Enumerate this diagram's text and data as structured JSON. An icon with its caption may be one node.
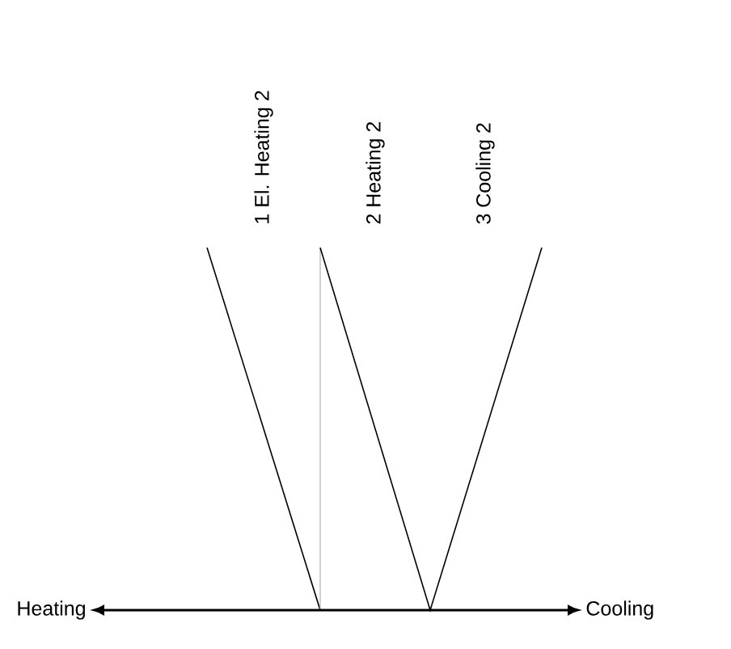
{
  "diagram": {
    "nodes": [
      {
        "text": [
          "Heating"
        ]
      },
      {
        "text": [
          "Cooling"
        ]
      }
    ],
    "edges": [
      {
        "from": 0,
        "to": 1,
        "arrow": "both"
      }
    ],
    "labels": [
      "1 El. Heating 2",
      "2 Heating 2",
      "3 Cooling 2"
    ]
  }
}
